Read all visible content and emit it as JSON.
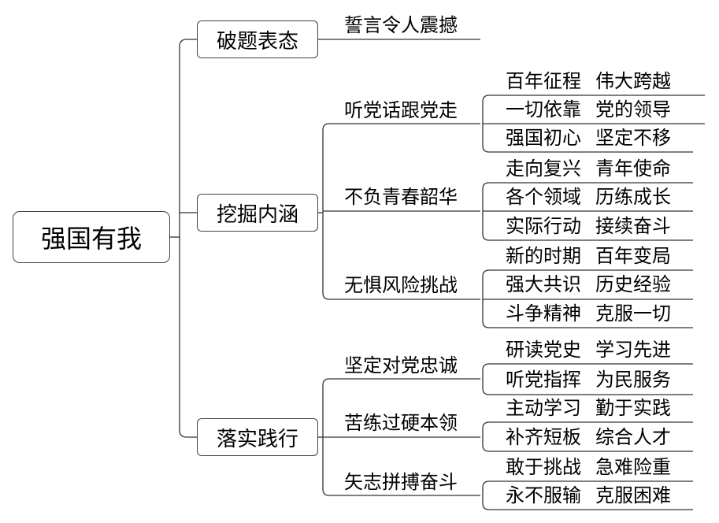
{
  "root": "强国有我",
  "branches": [
    {
      "label": "破题表态",
      "subs": [
        {
          "label": "誓言令人震撼",
          "leaves": []
        }
      ]
    },
    {
      "label": "挖掘内涵",
      "subs": [
        {
          "label": "听党话跟党走",
          "leaves": [
            [
              "百年征程",
              "伟大跨越"
            ],
            [
              "一切依靠",
              "党的领导"
            ],
            [
              "强国初心",
              "坚定不移"
            ]
          ]
        },
        {
          "label": "不负青春韶华",
          "leaves": [
            [
              "走向复兴",
              "青年使命"
            ],
            [
              "各个领域",
              "历练成长"
            ],
            [
              "实际行动",
              "接续奋斗"
            ]
          ]
        },
        {
          "label": "无惧风险挑战",
          "leaves": [
            [
              "新的时期",
              "百年变局"
            ],
            [
              "强大共识",
              "历史经验"
            ],
            [
              "斗争精神",
              "克服一切"
            ]
          ]
        }
      ]
    },
    {
      "label": "落实践行",
      "subs": [
        {
          "label": "坚定对党忠诚",
          "leaves": [
            [
              "研读党史",
              "学习先进"
            ],
            [
              "听党指挥",
              "为民服务"
            ]
          ]
        },
        {
          "label": "苦练过硬本领",
          "leaves": [
            [
              "主动学习",
              "勤于实践"
            ],
            [
              "补齐短板",
              "综合人才"
            ]
          ]
        },
        {
          "label": "矢志拼搏奋斗",
          "leaves": [
            [
              "敢于挑战",
              "急难险重"
            ],
            [
              "永不服输",
              "克服困难"
            ]
          ]
        }
      ]
    }
  ]
}
